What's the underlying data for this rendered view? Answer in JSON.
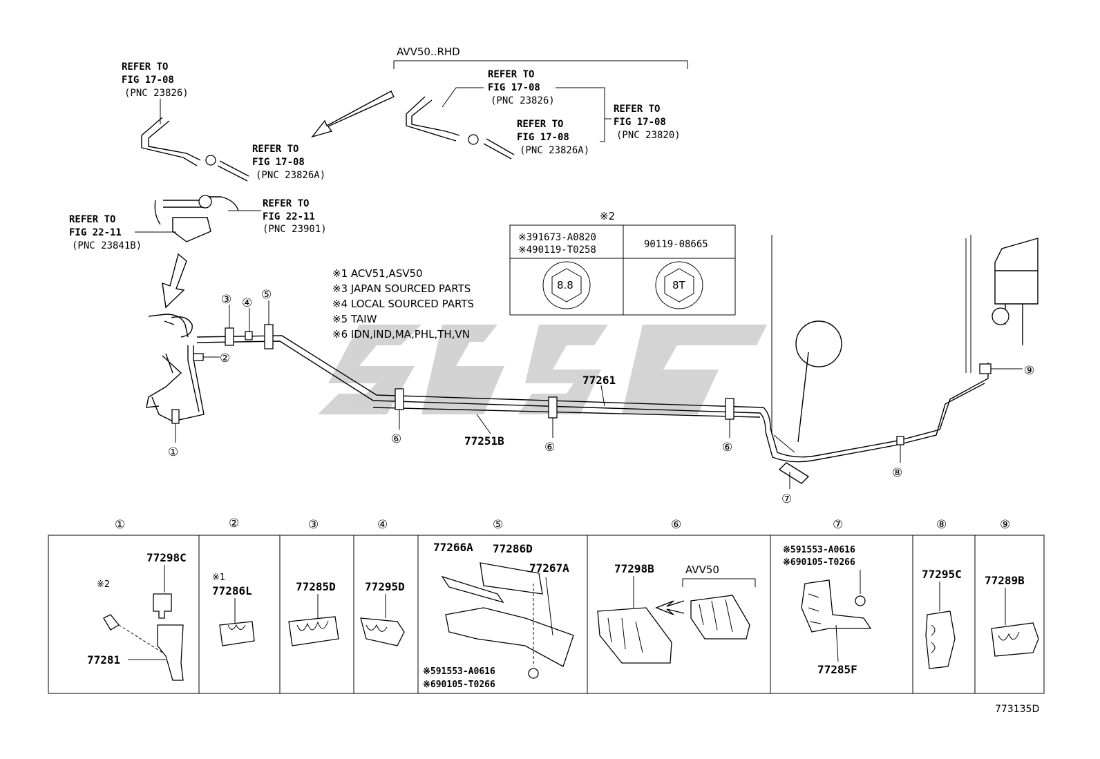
{
  "upper": {
    "group_label": "AVV50..RHD",
    "refs": [
      {
        "l1": "REFER TO",
        "l2": "FIG 17-08",
        "l3": "(PNC 23826)"
      },
      {
        "l1": "REFER TO",
        "l2": "FIG 17-08",
        "l3": "(PNC 23826A)"
      },
      {
        "l1": "REFER TO",
        "l2": "FIG 22-11",
        "l3": "(PNC 23901)"
      },
      {
        "l1": "REFER TO",
        "l2": "FIG 22-11",
        "l3": "(PNC 23841B)"
      },
      {
        "l1": "REFER TO",
        "l2": "FIG 17-08",
        "l3": "(PNC 23826)"
      },
      {
        "l1": "REFER TO",
        "l2": "FIG 17-08",
        "l3": "(PNC 23826A)"
      },
      {
        "l1": "REFER TO",
        "l2": "FIG 17-08",
        "l3": "(PNC 23820)"
      }
    ]
  },
  "notes": [
    "※1 ACV51,ASV50",
    "※3 JAPAN SOURCED PARTS",
    "※4 LOCAL SOURCED PARTS",
    "※5 TAIW",
    "※6 IDN,IND,MA,PHL,TH,VN"
  ],
  "bolt_table": {
    "title": "※2",
    "col1_lines": [
      "※391673-A0820",
      "※490119-T0258"
    ],
    "col1_mark": "8.8",
    "col2_line": "90119-08665",
    "col2_mark": "8T"
  },
  "main_parts": {
    "p77261": "77261",
    "p77251b": "77251B"
  },
  "callouts": [
    "①",
    "②",
    "③",
    "④",
    "⑤",
    "⑥",
    "⑦",
    "⑧",
    "⑨"
  ],
  "details": {
    "d1": {
      "a": "77298C",
      "b": "77281",
      "note": "※2"
    },
    "d2": {
      "note": "※1",
      "a": "77286L"
    },
    "d3": {
      "a": "77285D"
    },
    "d4": {
      "a": "77295D"
    },
    "d5": {
      "a": "77266A",
      "b": "77286D",
      "c": "77267A",
      "n1": "※591553-A0616",
      "n2": "※690105-T0266"
    },
    "d6": {
      "a": "77298B",
      "group": "AVV50"
    },
    "d7": {
      "n1": "※591553-A0616",
      "n2": "※690105-T0266",
      "a": "77285F"
    },
    "d8": {
      "a": "77295C"
    },
    "d9": {
      "a": "77289B"
    }
  },
  "figure_code": "773135D"
}
